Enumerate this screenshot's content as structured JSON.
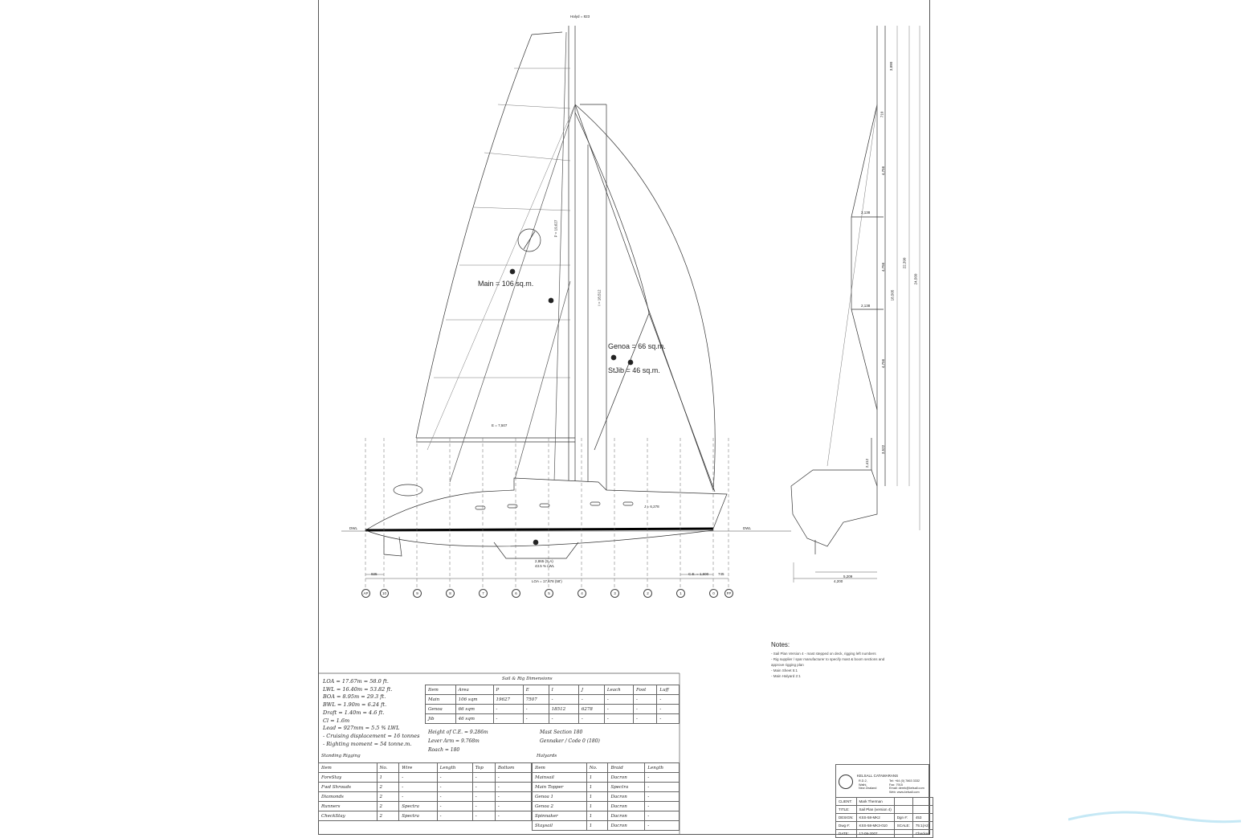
{
  "drawing": {
    "sail_labels": {
      "main": "Main = 106 sq.m.",
      "genoa": "Genoa = 66 sq.m.",
      "stjib": "StJib = 46 sq.m."
    },
    "dim_labels": {
      "p": "P = 19,627",
      "i": "I = 18,512",
      "e": "E = 7,507",
      "j": "J = 6,278",
      "loa": "LOA = 17,678 (58')",
      "ce": "C.E. = 1,600",
      "hal": "Halyd = 823",
      "dwl_left": "DWL",
      "dwl_right": "DWL",
      "aft": "925",
      "fwd": "745",
      "lever": "2,865 (S.A)",
      "lever2": "43.5 % LWL",
      "beam1": "5,209",
      "beam2": "4,200"
    },
    "mast_dims": [
      "3,890",
      "710",
      "4,756",
      "4,756",
      "18,505",
      "4,756",
      "3,522",
      "2,412",
      "2,138",
      "2,138",
      "22,390",
      "24,560"
    ],
    "stations": [
      "AP",
      "10",
      "9",
      "8",
      "7",
      "6",
      "5",
      "4",
      "3",
      "2",
      "1",
      "0",
      "FP"
    ]
  },
  "notes": {
    "title": "Notes:",
    "lines": [
      "- Sail Plan Version 4 - mast stepped on deck, rigging left numbers",
      "- Rig supplier / spar manufacturer to specify mast & boom sections and",
      "  approve rigging plan",
      "- Main Sheet 5:1",
      "- Main Halyard 2:1"
    ]
  },
  "specs": [
    "LOA = 17.67m = 58.0 ft.",
    "LWL = 16.40m = 53.82 ft.",
    "BOA = 8.95m = 29.3 ft.",
    "BWL = 1.90m = 6.24 ft.",
    "Draft = 1.40m = 4.6 ft.",
    "Cl = 1.6m",
    "Lead = 927mm = 5.5 % LWL",
    "- Cruising displacement = 16 tonnes",
    "- Righting moment = 54 tonne.m."
  ],
  "sail_table": {
    "title": "Sail & Rig Dimensions",
    "headers": [
      "Item",
      "Area",
      "P",
      "E",
      "I",
      "J",
      "Leach",
      "Foot",
      "Luff"
    ],
    "rows": [
      [
        "Main",
        "106 sqm",
        "19627",
        "7507",
        "-",
        "-",
        "-",
        "-",
        "-"
      ],
      [
        "Genoa",
        "66 sqm",
        "-",
        "-",
        "18512",
        "6278",
        "-",
        "-",
        "-"
      ],
      [
        "Jib",
        "46 sqm",
        "-",
        "-",
        "-",
        "-",
        "-",
        "-",
        "-"
      ]
    ],
    "extra_left": [
      "Height of C.E. = 9.286m",
      "Lever Arm = 9.768m",
      "Roach = 180"
    ],
    "extra_right": [
      "Mast Section 180",
      "Gennaker / Code 0 (180)"
    ]
  },
  "standing_rigging": {
    "title": "Standing Rigging",
    "headers": [
      "Item",
      "No.",
      "Wire",
      "Length",
      "Top",
      "Bottom"
    ],
    "rows": [
      [
        "ForeStay",
        "1",
        "-",
        "-",
        "-",
        "-"
      ],
      [
        "Fwd Shrouds",
        "2",
        "-",
        "-",
        "-",
        "-"
      ],
      [
        "Diamonds",
        "2",
        "-",
        "-",
        "-",
        "-"
      ],
      [
        "Runners",
        "2",
        "Spectra",
        "-",
        "-",
        "-"
      ],
      [
        "CheckStay",
        "2",
        "Spectra",
        "-",
        "-",
        "-"
      ]
    ]
  },
  "halyards": {
    "title": "Halyards",
    "headers": [
      "Item",
      "No.",
      "Braid",
      "Length"
    ],
    "rows": [
      [
        "Mainsail",
        "1",
        "Dacron",
        "-"
      ],
      [
        "Main Topper",
        "1",
        "Spectra",
        "-"
      ],
      [
        "Genoa 1",
        "1",
        "Dacron",
        "-"
      ],
      [
        "Genoa 2",
        "1",
        "Dacron",
        "-"
      ],
      [
        "Spinnaker",
        "1",
        "Dacron",
        "-"
      ],
      [
        "Staysail",
        "1",
        "Dacron",
        "-"
      ]
    ]
  },
  "title_block": {
    "company": "KELSALL CATAMARANS",
    "address": [
      "R.D.2,",
      "Waihi,",
      "New Zealand"
    ],
    "contact": [
      "Tel: +64 (0) 7863 3332",
      "Fax: 7915",
      "Email: derek@kelsall.com",
      "Web: www.kelsall.com"
    ],
    "rows": [
      [
        "CLIENT:",
        "Mark Therman",
        "",
        ""
      ],
      [
        "TITLE:",
        "Sail Plan (version 4)",
        "",
        ""
      ],
      [
        "DESIGN:",
        "KSS-58-MK2",
        "Dgn #:",
        "453"
      ],
      [
        "Dwg #:",
        "KSS-58-MK3-010",
        "SCALE:",
        "75:1(A2)"
      ],
      [
        "DATE:",
        "17-09-2007",
        "",
        "Checked"
      ]
    ]
  }
}
